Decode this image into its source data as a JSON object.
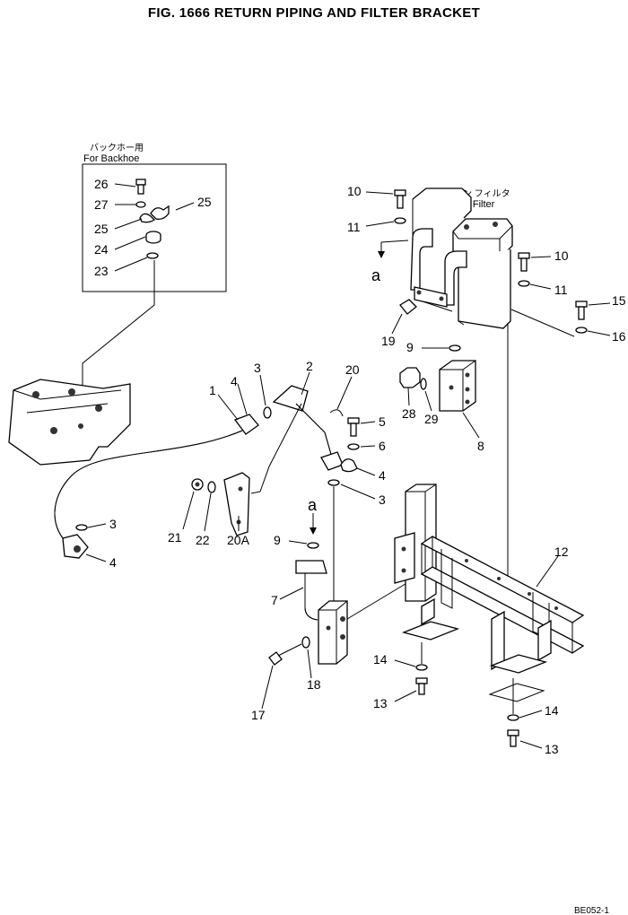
{
  "title": "FIG. 1666   RETURN PIPING AND FILTER BRACKET",
  "inset": {
    "jp_label": "バックホー用",
    "en_label": "For  Backhoe"
  },
  "main_filter": {
    "jp_label": "メイン フィルタ",
    "en_label": "Main  Filter"
  },
  "corner_code": "BE052-1",
  "callouts": {
    "c26": "26",
    "c27": "27",
    "c25a": "25",
    "c25b": "25",
    "c24": "24",
    "c23": "23",
    "c10a": "10",
    "c11a": "11",
    "c10b": "10",
    "c11b": "11",
    "c15": "15",
    "c16": "16",
    "c19": "19",
    "c9a": "9",
    "c28": "28",
    "c29": "29",
    "c8": "8",
    "c1": "1",
    "c4a": "4",
    "c3a": "3",
    "c2": "2",
    "c20": "20",
    "c5": "5",
    "c6": "6",
    "c4b": "4",
    "c3b": "3",
    "c21": "21",
    "c22": "22",
    "c20a": "20A",
    "c3c": "3",
    "c4c": "4",
    "c9b": "9",
    "c7": "7",
    "c17": "17",
    "c18": "18",
    "c12": "12",
    "c14a": "14",
    "c13a": "13",
    "c14b": "14",
    "c13b": "13"
  },
  "arrow_marks": {
    "a1": "a",
    "a2": "a"
  }
}
